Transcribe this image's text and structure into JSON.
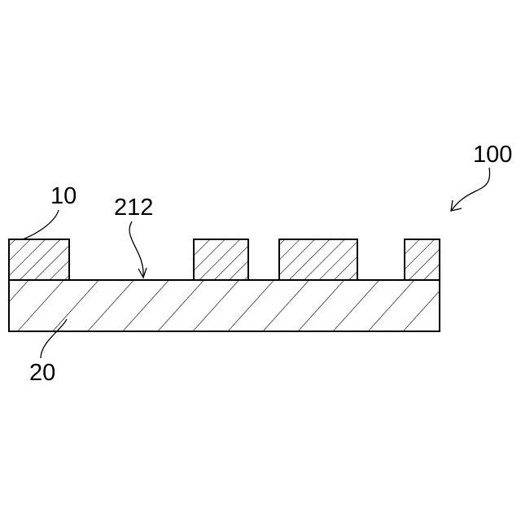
{
  "figure": {
    "labels": {
      "assembly": "100",
      "protrusion": "10",
      "surface": "212",
      "substrate": "20"
    },
    "components": {
      "substrate": {
        "hatch": "wide-diagonal"
      },
      "protrusions": {
        "count": 4,
        "hatch": "narrow-diagonal"
      }
    },
    "colors": {
      "line": "#000000",
      "background": "#ffffff"
    }
  }
}
